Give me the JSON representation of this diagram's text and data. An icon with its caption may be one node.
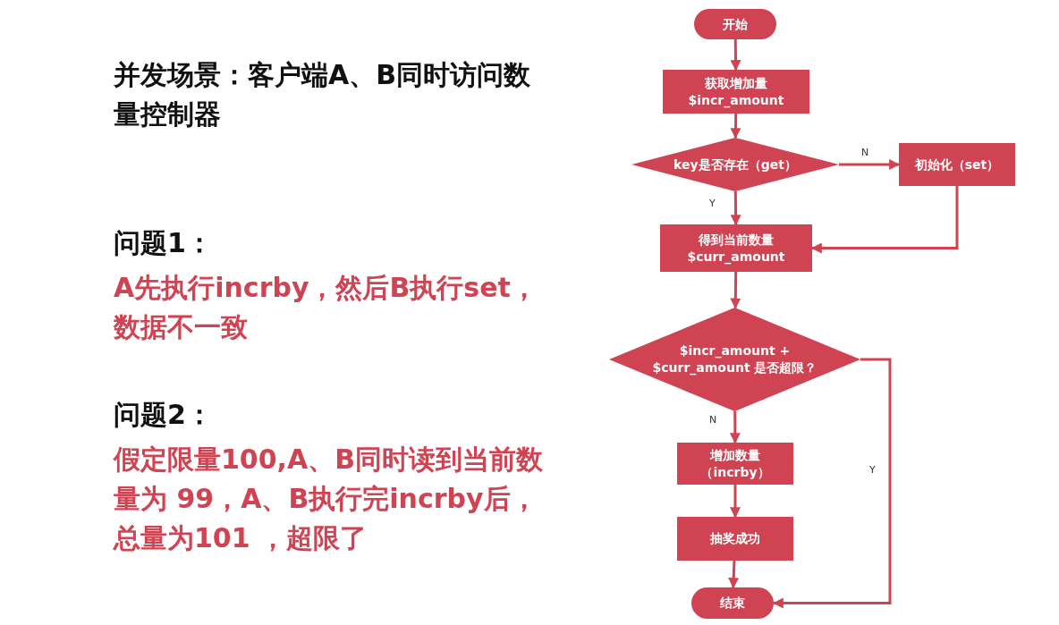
{
  "diagram": {
    "title": "并发场景：客户端A、B同时访问数量控制器",
    "nodes": [
      {
        "text": [
          "开始"
        ]
      },
      {
        "text": [
          "获取增加量 $incr_amount"
        ]
      },
      {
        "text": [
          "key是否存在（get）"
        ]
      },
      {
        "text": [
          "初始化（set）"
        ]
      },
      {
        "text": [
          "得到当前数量 $curr_amount"
        ]
      },
      {
        "text": [
          "$incr_amount + $curr_amount 是否超限？"
        ]
      },
      {
        "text": [
          "增加数量（incrby）"
        ]
      },
      {
        "text": [
          "抽奖成功"
        ]
      },
      {
        "text": [
          "结束"
        ]
      }
    ],
    "edges": [
      {
        "from": 0,
        "to": 1,
        "arrow": "to"
      },
      {
        "from": 1,
        "to": 2,
        "arrow": "to"
      },
      {
        "from": 2,
        "to": 3,
        "arrow": "to",
        "label": "N"
      },
      {
        "from": 2,
        "to": 4,
        "arrow": "to",
        "label": "Y"
      },
      {
        "from": 3,
        "to": 4,
        "arrow": "to"
      },
      {
        "from": 4,
        "to": 5,
        "arrow": "to"
      },
      {
        "from": 5,
        "to": 6,
        "arrow": "to",
        "label": "N"
      },
      {
        "from": 6,
        "to": 7,
        "arrow": "to"
      },
      {
        "from": 7,
        "to": 8,
        "arrow": "to"
      },
      {
        "from": 5,
        "to": 8,
        "arrow": "to",
        "label": "Y"
      }
    ],
    "labels": [
      "问题1：",
      "A先执行incrby，然后B执行set，数据不一致",
      "问题2：",
      "假定限量100,A、B同时读到当前数量为 99，A、B执行完incrby后，总量为101 ，超限了"
    ]
  }
}
